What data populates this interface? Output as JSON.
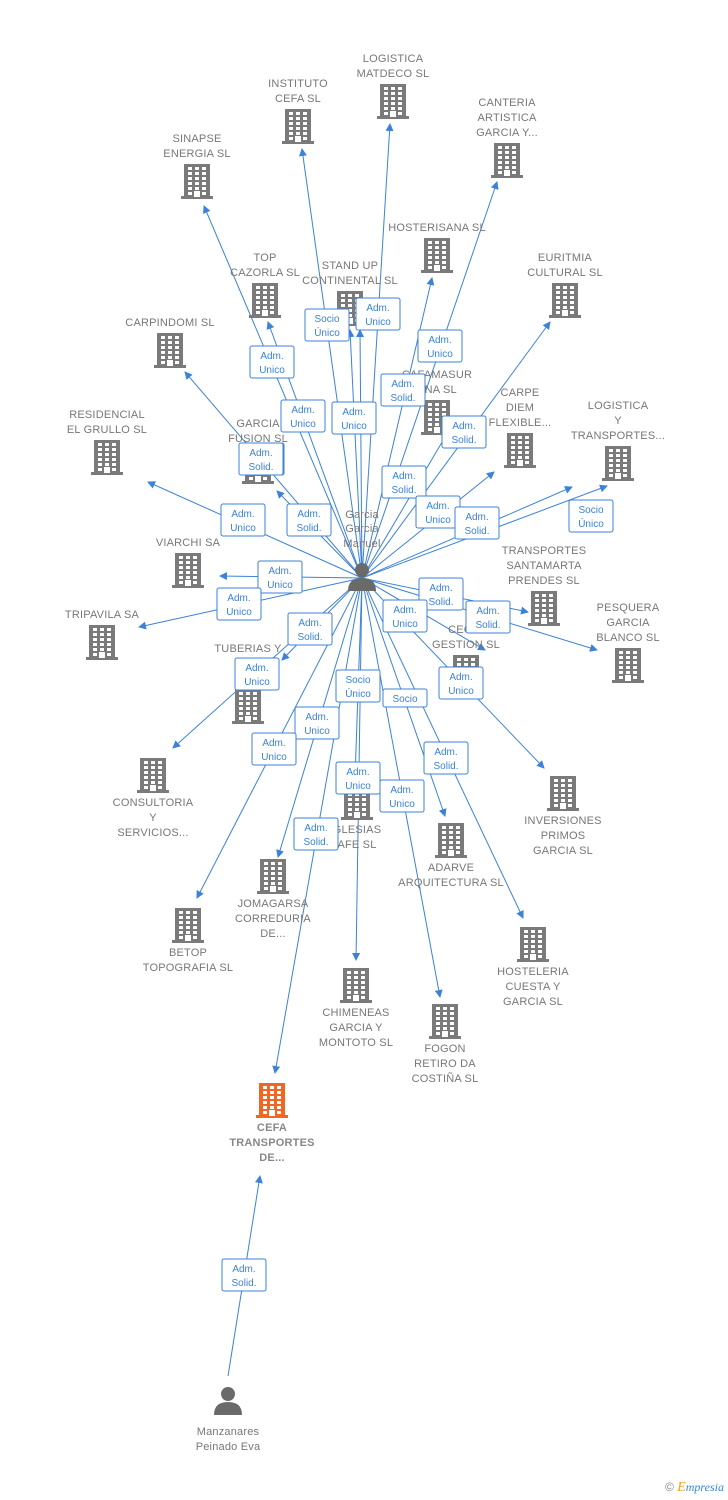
{
  "colors": {
    "edge": "#3b82d8",
    "building": "#7a7a7a",
    "focus_building": "#f26522",
    "person": "#6a6a6a",
    "label": "#777777"
  },
  "icons": {
    "company": "building-icon",
    "person": "person-icon"
  },
  "footer": {
    "copyright": "©",
    "brand_first": "E",
    "brand_rest": "mpresia"
  },
  "nodes": [
    {
      "id": "center",
      "type": "person",
      "lines": [
        "Garcia",
        "Garcia",
        "Manuel"
      ]
    },
    {
      "id": "manz",
      "type": "person",
      "lines": [
        "Manzanares",
        "Peinado Eva"
      ]
    },
    {
      "id": "cefa_t",
      "type": "company",
      "focus": true,
      "lines": [
        "CEFA",
        "TRANSPORTES",
        "DE..."
      ]
    },
    {
      "id": "logistica_m",
      "type": "company",
      "lines": [
        "LOGISTICA",
        "MATDECO SL"
      ]
    },
    {
      "id": "instituto",
      "type": "company",
      "lines": [
        "INSTITUTO",
        "CEFA  SL"
      ]
    },
    {
      "id": "canteria",
      "type": "company",
      "lines": [
        "CANTERIA",
        "ARTISTICA",
        "GARCIA Y..."
      ]
    },
    {
      "id": "sinapse",
      "type": "company",
      "lines": [
        "SINAPSE",
        "ENERGIA SL"
      ]
    },
    {
      "id": "hosterisana",
      "type": "company",
      "lines": [
        "HOSTERISANA SL"
      ]
    },
    {
      "id": "euritmia",
      "type": "company",
      "lines": [
        "EURITMIA",
        "CULTURAL SL"
      ]
    },
    {
      "id": "top",
      "type": "company",
      "lines": [
        "TOP",
        "CAZORLA SL"
      ]
    },
    {
      "id": "standup",
      "type": "company",
      "lines": [
        "STAND UP",
        "CONTINENTAL SL"
      ]
    },
    {
      "id": "carpindomi",
      "type": "company",
      "lines": [
        "CARPINDOMI SL"
      ]
    },
    {
      "id": "cafamasur",
      "type": "company",
      "lines": [
        "CAFAMASUR",
        "ENA SL"
      ]
    },
    {
      "id": "carpe",
      "type": "company",
      "lines": [
        "CARPE",
        "DIEM",
        "FLEXIBLE..."
      ]
    },
    {
      "id": "logistica_t",
      "type": "company",
      "lines": [
        "LOGISTICA",
        "Y",
        "TRANSPORTES..."
      ]
    },
    {
      "id": "residencial",
      "type": "company",
      "lines": [
        "RESIDENCIAL",
        "EL GRULLO  SL"
      ]
    },
    {
      "id": "garcia_f",
      "type": "company",
      "lines": [
        "GARCIA",
        "FUSION SL"
      ]
    },
    {
      "id": "viarchi",
      "type": "company",
      "lines": [
        "VIARCHI SA"
      ]
    },
    {
      "id": "transportes_s",
      "type": "company",
      "lines": [
        "TRANSPORTES",
        "SANTAMARTA",
        "PRENDES SL"
      ]
    },
    {
      "id": "tripavila",
      "type": "company",
      "lines": [
        "TRIPAVILA SA"
      ]
    },
    {
      "id": "pesquera",
      "type": "company",
      "lines": [
        "PESQUERA",
        "GARCIA",
        "BLANCO SL"
      ]
    },
    {
      "id": "tuberias",
      "type": "company",
      "lines": [
        "TUBERIAS Y",
        "MO",
        "VI"
      ]
    },
    {
      "id": "ceginsa",
      "type": "company",
      "lines": [
        "CEGIN",
        "GESTION SL"
      ]
    },
    {
      "id": "consultoria",
      "type": "company",
      "lines": [
        "CONSULTORIA",
        "Y",
        "SERVICIOS..."
      ]
    },
    {
      "id": "inversiones",
      "type": "company",
      "lines": [
        "INVERSIONES",
        "PRIMOS",
        "GARCIA SL"
      ]
    },
    {
      "id": "iglesias",
      "type": "company",
      "lines": [
        "GLESIAS",
        "AFE  SL"
      ]
    },
    {
      "id": "adarve",
      "type": "company",
      "lines": [
        "ADARVE",
        "ARQUITECTURA SL"
      ]
    },
    {
      "id": "jomagarsa",
      "type": "company",
      "lines": [
        "JOMAGARSA",
        "CORREDURIA",
        "DE..."
      ]
    },
    {
      "id": "betop",
      "type": "company",
      "lines": [
        "BETOP",
        "TOPOGRAFIA SL"
      ]
    },
    {
      "id": "hosteleria",
      "type": "company",
      "lines": [
        "HOSTELERIA",
        "CUESTA Y",
        "GARCIA SL"
      ]
    },
    {
      "id": "chimeneas",
      "type": "company",
      "lines": [
        "CHIMENEAS",
        "GARCIA Y",
        "MONTOTO  SL"
      ]
    },
    {
      "id": "fogon",
      "type": "company",
      "lines": [
        "FOGON",
        "RETIRO DA",
        "COSTIÑA  SL"
      ]
    }
  ],
  "edges": [
    {
      "from": "center",
      "to": "instituto",
      "badge": [
        "Adm.",
        "Unico"
      ]
    },
    {
      "from": "center",
      "to": "logistica_m",
      "badge": [
        "Adm.",
        "Unico"
      ]
    },
    {
      "from": "center",
      "to": "standup",
      "badge": [
        "Socio",
        "Único"
      ]
    },
    {
      "from": "center",
      "to": "standup",
      "badge": [
        "Adm.",
        "Unico"
      ]
    },
    {
      "from": "center",
      "to": "hosterisana",
      "badge": [
        "Adm.",
        "Solid."
      ]
    },
    {
      "from": "center",
      "to": "canteria",
      "badge": [
        "Adm.",
        "Unico"
      ]
    },
    {
      "from": "center",
      "to": "euritmia",
      "badge": [
        "Adm.",
        "Solid."
      ]
    },
    {
      "from": "center",
      "to": "top",
      "badge": [
        "Adm.",
        "Unico"
      ]
    },
    {
      "from": "center",
      "to": "sinapse",
      "badge": [
        "Adm.",
        "Solid."
      ]
    },
    {
      "from": "center",
      "to": "carpindomi",
      "badge": [
        "Adm.",
        "Solid."
      ]
    },
    {
      "from": "center",
      "to": "cafamasur",
      "badge": [
        "Adm.",
        "Solid."
      ]
    },
    {
      "from": "center",
      "to": "carpe",
      "badge": [
        "Adm.",
        "Unico"
      ]
    },
    {
      "from": "center",
      "to": "logistica_t",
      "badge": [
        "Adm.",
        "Solid."
      ]
    },
    {
      "from": "center",
      "to": "logistica_t",
      "badge": [
        "Socio",
        "Único"
      ]
    },
    {
      "from": "center",
      "to": "garcia_f",
      "badge": [
        "Adm.",
        "Solid."
      ]
    },
    {
      "from": "center",
      "to": "residencial",
      "badge": [
        "Adm.",
        "Unico"
      ]
    },
    {
      "from": "center",
      "to": "viarchi",
      "badge": [
        "Adm.",
        "Unico"
      ]
    },
    {
      "from": "center",
      "to": "tripavila",
      "badge": [
        "Adm.",
        "Unico"
      ]
    },
    {
      "from": "center",
      "to": "transportes_s",
      "badge": [
        "Adm.",
        "Solid."
      ]
    },
    {
      "from": "center",
      "to": "pesquera",
      "badge": [
        "Adm.",
        "Solid."
      ]
    },
    {
      "from": "center",
      "to": "ceginsa",
      "badge": [
        "Adm.",
        "Unico"
      ]
    },
    {
      "from": "center",
      "to": "tuberias",
      "badge": [
        "Adm.",
        "Solid."
      ]
    },
    {
      "from": "center",
      "to": "consultoria",
      "badge": [
        "Adm.",
        "Unico"
      ]
    },
    {
      "from": "center",
      "to": "inversiones",
      "badge": [
        "Adm.",
        "Unico"
      ]
    },
    {
      "from": "center",
      "to": "iglesias",
      "badge": [
        "Socio",
        "Único"
      ]
    },
    {
      "from": "center",
      "to": "jomagarsa",
      "badge": [
        "Adm.",
        "Unico"
      ]
    },
    {
      "from": "center",
      "to": "betop",
      "badge": [
        "Adm.",
        "Unico"
      ]
    },
    {
      "from": "center",
      "to": "adarve",
      "badge": [
        "Socio"
      ]
    },
    {
      "from": "center",
      "to": "hosteleria",
      "badge": [
        "Adm.",
        "Solid."
      ]
    },
    {
      "from": "center",
      "to": "chimeneas",
      "badge": [
        "Adm.",
        "Unico"
      ]
    },
    {
      "from": "center",
      "to": "fogon",
      "badge": [
        "Adm.",
        "Unico"
      ]
    },
    {
      "from": "center",
      "to": "cefa_t",
      "badge": [
        "Adm.",
        "Solid."
      ]
    },
    {
      "from": "manz",
      "to": "cefa_t",
      "badge": [
        "Adm.",
        "Solid."
      ]
    }
  ]
}
